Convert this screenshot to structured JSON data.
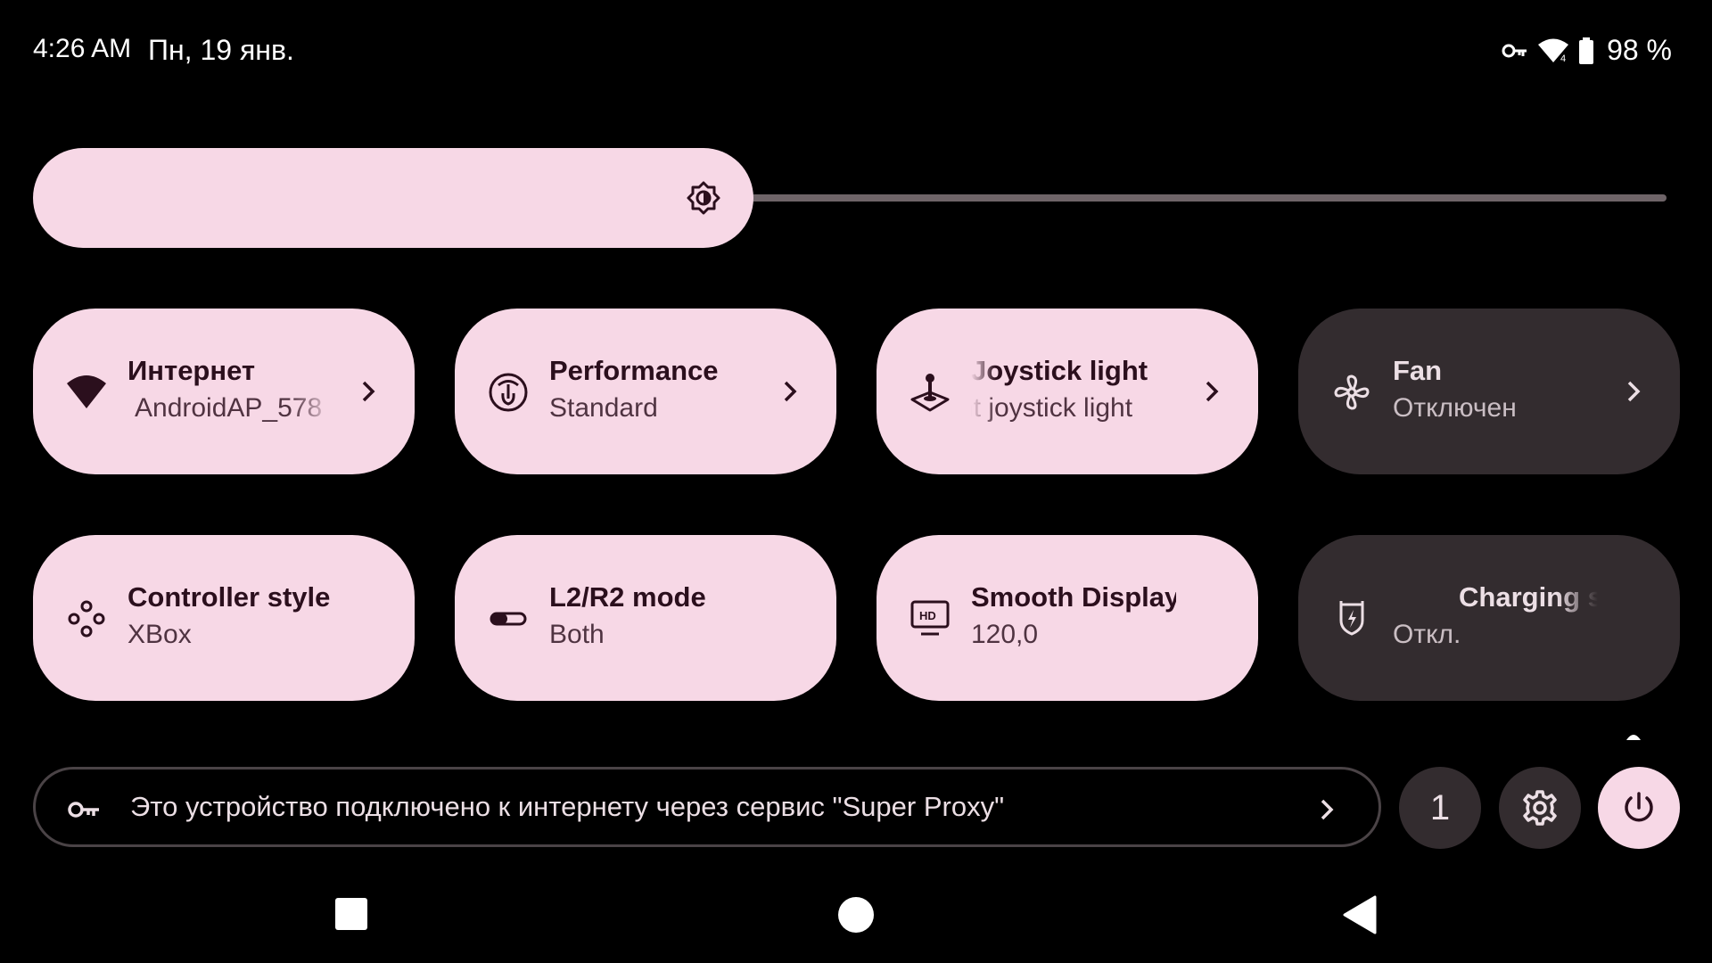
{
  "status_bar": {
    "time": "4:26 AM",
    "date": "Пн, 19 янв.",
    "battery_text": "98 %",
    "icons": [
      "vpn-key-icon",
      "wifi-icon",
      "battery-icon"
    ]
  },
  "brightness": {
    "level": 0.45,
    "icon": "brightness-icon"
  },
  "tiles": [
    {
      "title": "Интернет",
      "subtitle": "AndroidAP_578",
      "icon": "wifi-icon",
      "state": "on",
      "chevron": true
    },
    {
      "title": "Performance",
      "subtitle": "Standard",
      "icon": "performance-icon",
      "state": "on",
      "chevron": true
    },
    {
      "title": "Joystick light",
      "subtitle": "nt joystick light",
      "icon": "joystick-icon",
      "state": "on",
      "chevron": true
    },
    {
      "title": "Fan",
      "subtitle": "Отключен",
      "icon": "fan-icon",
      "state": "off",
      "chevron": true
    },
    {
      "title": "Controller style",
      "subtitle": "XBox",
      "icon": "controller-icon",
      "state": "on",
      "chevron": false
    },
    {
      "title": "L2/R2 mode",
      "subtitle": "Both",
      "icon": "toggle-icon",
      "state": "on",
      "chevron": false
    },
    {
      "title": "Smooth Display",
      "subtitle": "120,0",
      "icon": "hd-display-icon",
      "state": "on",
      "chevron": false
    },
    {
      "title": "Charging sep",
      "subtitle": "Откл.",
      "icon": "charging-shield-icon",
      "state": "off",
      "chevron": false
    }
  ],
  "footer": {
    "message": "Это устройство подключено к интернету через сервис \"Super Proxy\"",
    "user_count": "1"
  },
  "colors": {
    "tile_on": "#f7d8e6",
    "tile_off": "#332c2f",
    "on_text": "#2b0f1d",
    "background": "#000000"
  }
}
